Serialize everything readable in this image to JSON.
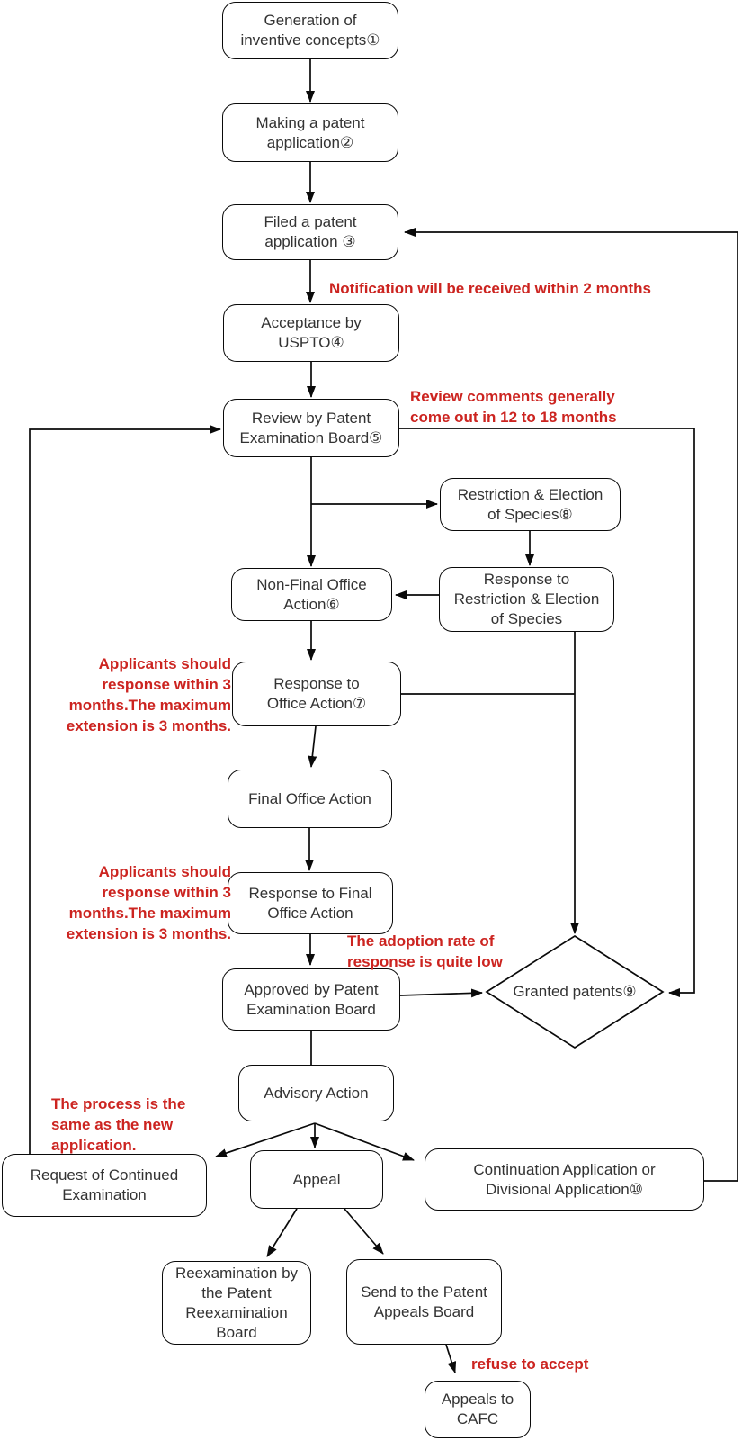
{
  "diagram": {
    "type": "flowchart",
    "subject": "US patent application process"
  },
  "colors": {
    "annotation_red": "#cc2420",
    "line_color": "#0a0a0a",
    "box_text": "#333333",
    "box_fill": "#ffffff"
  },
  "nodes": {
    "generation": {
      "shape": "process",
      "label": "Generation of\ninventive concepts①"
    },
    "making": {
      "shape": "process",
      "label": "Making a patent\napplication②"
    },
    "filed": {
      "shape": "process",
      "label": "Filed a patent\napplication ③"
    },
    "acceptance": {
      "shape": "process",
      "label": "Acceptance by\nUSPTO④"
    },
    "review": {
      "shape": "process",
      "label": "Review by Patent\nExamination Board⑤"
    },
    "restriction": {
      "shape": "process",
      "label": "Restriction & Election\nof Species⑧"
    },
    "response_restriction": {
      "shape": "process",
      "label": "Response to\nRestriction & Election\nof Species"
    },
    "nonfinal": {
      "shape": "process",
      "label": "Non-Final Office\nAction⑥"
    },
    "response_oa": {
      "shape": "process",
      "label": "Response to\nOffice Action⑦"
    },
    "final_oa": {
      "shape": "process",
      "label": "Final Office Action"
    },
    "response_final": {
      "shape": "process",
      "label": "Response to Final\nOffice Action"
    },
    "approved": {
      "shape": "process",
      "label": "Approved by Patent\nExamination Board"
    },
    "granted": {
      "shape": "decision",
      "label": "Granted patents⑨"
    },
    "advisory": {
      "shape": "process",
      "label": "Advisory Action"
    },
    "rce": {
      "shape": "process",
      "label": "Request of Continued\nExamination"
    },
    "appeal": {
      "shape": "process",
      "label": "Appeal"
    },
    "continuation": {
      "shape": "process",
      "label": "Continuation Application or\nDivisional Application⑩"
    },
    "reexamination": {
      "shape": "process",
      "label": "Reexamination by\nthe Patent\nReexamination\nBoard"
    },
    "send_appeals": {
      "shape": "process",
      "label": "Send to the Patent\nAppeals Board"
    },
    "cafc": {
      "shape": "process",
      "label": "Appeals to\nCAFC"
    }
  },
  "annotations": {
    "notification": {
      "text": "Notification will be received within 2 months"
    },
    "review_comments": {
      "text": "Review comments generally\ncome out in 12 to 18 months"
    },
    "applicants_nonfinal": {
      "text": "Applicants should\nresponse within 3\nmonths.The maximum\nextension is 3 months."
    },
    "applicants_final": {
      "text": "Applicants should\nresponse within 3\nmonths.The maximum\nextension is 3 months."
    },
    "adoption": {
      "text": "The adoption rate of\nresponse is quite low"
    },
    "process_same": {
      "text": "The process is the\nsame as the new\napplication."
    },
    "refuse": {
      "text": "refuse to accept"
    }
  }
}
